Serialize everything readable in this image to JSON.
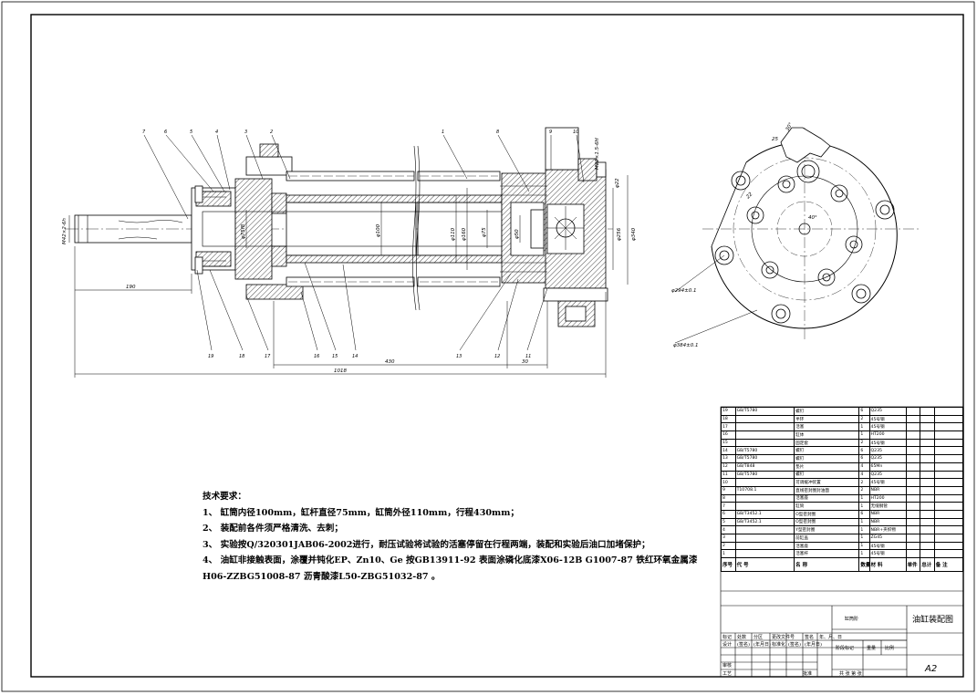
{
  "drawing": {
    "title": "油缸装配图",
    "sheet_size": "A2",
    "scale_label": "缸筒阶",
    "dims": {
      "thread_rod": "M42×2-6h",
      "rod_len": "190",
      "stroke": "430",
      "flange_th": "30",
      "total": "1018",
      "rod_dia": "φ75f8",
      "bore": "φ100",
      "d1": "φ110",
      "d2": "φ160",
      "d3": "φ75",
      "d4": "φ50",
      "outer1": "φ256",
      "outer2": "φ340",
      "port": "M22×1.5-6H",
      "port2": "φ22",
      "pcd1": "φ294±0.1",
      "pcd2": "φ384±0.1",
      "d25": "25",
      "a30": "30°",
      "a40": "40°",
      "d22": "22"
    },
    "balloons_top": [
      "7",
      "6",
      "5",
      "4",
      "3",
      "2",
      "1",
      "8",
      "9",
      "10"
    ],
    "balloons_bottom": [
      "19",
      "18",
      "17",
      "16",
      "15",
      "14",
      "13",
      "12",
      "11"
    ]
  },
  "notes": {
    "heading": "技术要求：",
    "items": [
      "1、  缸筒内径100mm，缸杆直径75mm，缸筒外径110mm，行程430mm；",
      "2、  装配前各件须严格清洗、去刺；",
      "3、  实验按Q/320301JAB06-2002进行，耐压试验将试验的活塞停留在行程两端，装配和实验后油口加堵保护；",
      "4、  油缸非接触表面，涂覆并钝化EP、Zn10、Ge 按GB13911-92 表面涂磷化底漆X06-12B G1007-87 铁红环氧金属漆",
      "H06-ZZBG51008-87 沥青酸漆L50-ZBG51032-87 。"
    ]
  },
  "bom": {
    "rows": [
      [
        "19",
        "GB/T5780",
        "螺钉",
        "6",
        "Q235",
        "",
        "",
        ""
      ],
      [
        "18",
        "",
        "半环",
        "2",
        "45号钢",
        "",
        "",
        ""
      ],
      [
        "17",
        "",
        "活塞",
        "1",
        "45号钢",
        "",
        "",
        ""
      ],
      [
        "16",
        "",
        "缸体",
        "1",
        "HT200",
        "",
        "",
        ""
      ],
      [
        "15",
        "",
        "固定套",
        "2",
        "45号钢",
        "",
        "",
        ""
      ],
      [
        "14",
        "GB/T5780",
        "螺钉",
        "6",
        "Q235",
        "",
        "",
        ""
      ],
      [
        "13",
        "GB/T5780",
        "螺钉",
        "6",
        "Q235",
        "",
        "",
        ""
      ],
      [
        "12",
        "GB/T848",
        "垫片",
        "4",
        "65Mn",
        "",
        "",
        ""
      ],
      [
        "11",
        "GB/T5780",
        "螺钉",
        "4",
        "Q235",
        "",
        "",
        ""
      ],
      [
        "10",
        "",
        "可调缓冲装置",
        "2",
        "45号钢",
        "",
        "",
        ""
      ],
      [
        "9",
        "T10708.1",
        "直线密封圈封油面",
        "2",
        "NBR",
        "",
        "",
        ""
      ],
      [
        "8",
        "",
        "活塞座",
        "1",
        "HT200",
        "",
        "",
        ""
      ],
      [
        "7",
        "",
        "缸筒",
        "1",
        "无缝钢管",
        "",
        "",
        ""
      ],
      [
        "6",
        "GB/T3452.1",
        "O型密封圈",
        "6",
        "NBR",
        "",
        "",
        ""
      ],
      [
        "5",
        "GB/T3452.1",
        "O型密封圈",
        "1",
        "NBR",
        "",
        "",
        ""
      ],
      [
        "4",
        "",
        "Y型密封圈",
        "1",
        "NBR+夹织物",
        "",
        "",
        ""
      ],
      [
        "3",
        "",
        "前缸盖",
        "1",
        "ZG45",
        "",
        "",
        ""
      ],
      [
        "2",
        "",
        "活塞座",
        "1",
        "45号钢",
        "",
        "",
        ""
      ],
      [
        "1",
        "",
        "活塞杆",
        "1",
        "45号钢",
        "",
        "",
        ""
      ]
    ],
    "header": [
      "序号",
      "代 号",
      "名 称",
      "数量",
      "材 料",
      "单件",
      "总计",
      "备 注"
    ],
    "weight_label": "重 量"
  },
  "titleblock": {
    "labels": [
      "标记",
      "处数",
      "分区",
      "更改文件号",
      "签名",
      "年、月、日"
    ],
    "labels2": [
      "设计",
      "(签名)",
      "(年月日)",
      "标准化",
      "(签名)",
      "(年月日)"
    ],
    "stage": "阶段标记",
    "weight": "重量",
    "scale": "比例",
    "review": "审核",
    "process": "工艺",
    "approve": "批准",
    "sheets": "共  张  第  张"
  }
}
